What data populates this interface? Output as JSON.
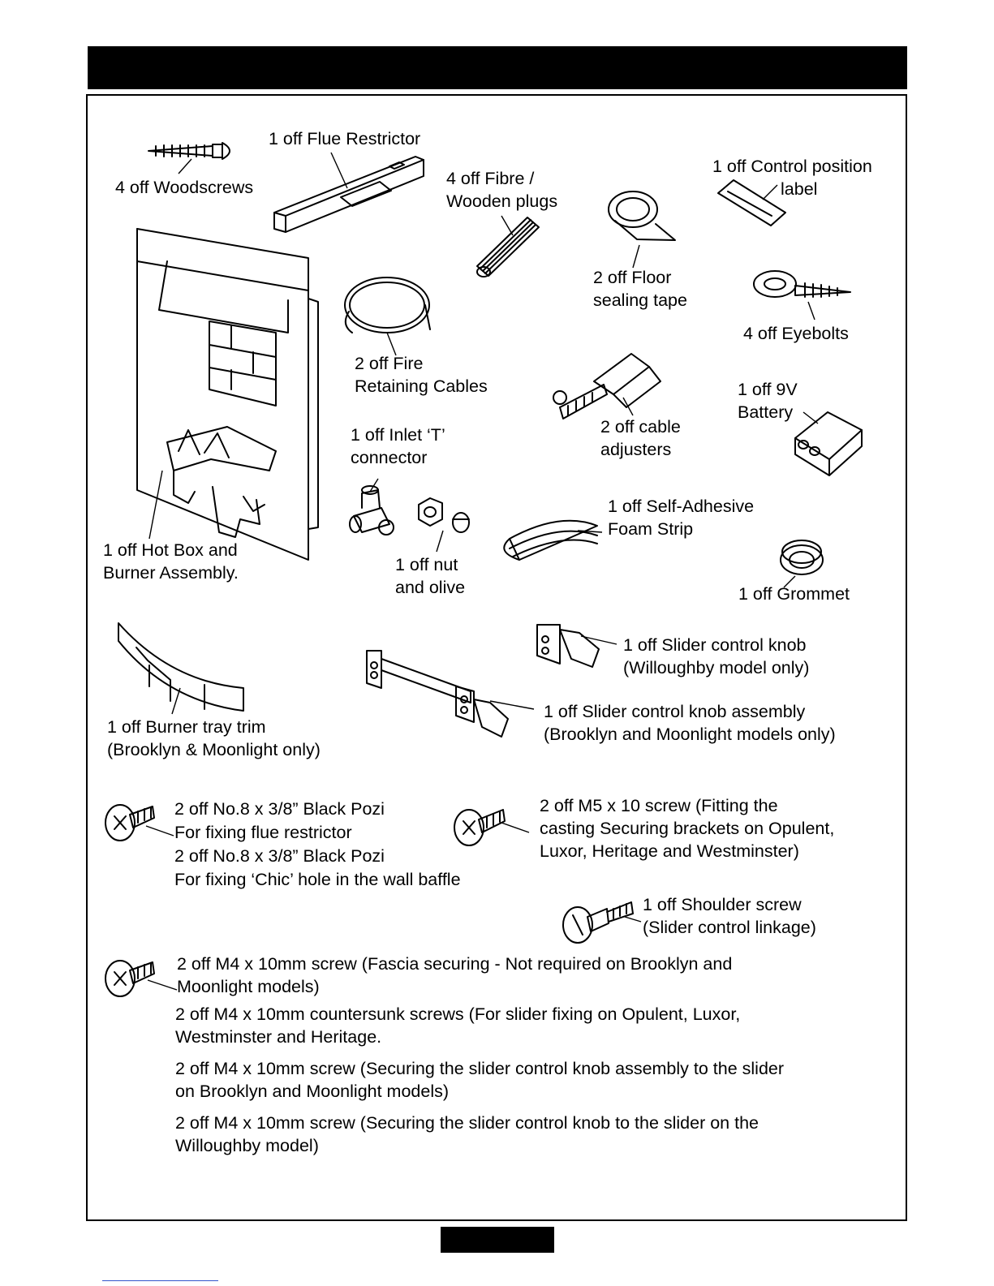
{
  "labels": {
    "woodscrews": [
      "4 off Woodscrews"
    ],
    "flue_restrictor": [
      "1 off Flue Restrictor"
    ],
    "plugs": [
      "4 off Fibre /",
      "Wooden plugs"
    ],
    "control_label": [
      "1 off Control position",
      "label"
    ],
    "floor_tape": [
      "2 off Floor",
      "sealing tape"
    ],
    "eyebolts": [
      "4 off Eyebolts"
    ],
    "fire_cables": [
      "2 off Fire",
      "Retaining Cables"
    ],
    "cable_adjusters": [
      "2 off cable",
      "adjusters"
    ],
    "battery": [
      "1 off 9V",
      "Battery"
    ],
    "inlet_t": [
      "1 off Inlet ‘T’",
      "connector"
    ],
    "foam_strip": [
      "1 off Self-Adhesive",
      "Foam Strip"
    ],
    "hot_box": [
      "1 off Hot Box and",
      "Burner Assembly."
    ],
    "nut_olive": [
      "1 off nut",
      "and olive"
    ],
    "grommet": [
      "1 off Grommet"
    ],
    "slider_knob": [
      "1 off Slider control knob",
      "(Willoughby model only)"
    ],
    "burner_trim": [
      "1 off Burner tray trim",
      "(Brooklyn & Moonlight only)"
    ],
    "slider_knob_assembly": [
      "1 off Slider control knob assembly",
      "(Brooklyn and Moonlight models only)"
    ],
    "pozi_screws": [
      "2 off No.8 x 3/8” Black Pozi",
      "For fixing flue restrictor",
      "2 off No.8 x 3/8” Black Pozi",
      "For fixing ‘Chic’ hole in the wall baffle"
    ],
    "m5_screw": [
      "2 off M5 x 10 screw (Fitting the",
      "casting Securing brackets on Opulent,",
      "Luxor, Heritage and Westminster)"
    ],
    "shoulder_screw": [
      "1 off Shoulder screw",
      "(Slider control linkage)"
    ],
    "m4_fascia": [
      "2 off M4 x 10mm screw (Fascia securing - Not required on Brooklyn and",
      "Moonlight models)"
    ],
    "m4_countersunk": [
      "2 off M4 x 10mm countersunk screws  (For slider fixing on  Opulent, Luxor,",
      "Westminster and Heritage."
    ],
    "m4_slider_assembly": [
      "2 off M4 x 10mm screw (Securing the slider control knob assembly to the slider",
      "on Brooklyn and Moonlight models)"
    ],
    "m4_slider_knob": [
      "2 off M4 x 10mm screw (Securing the slider control knob to the slider on the",
      "Willoughby model)"
    ]
  }
}
